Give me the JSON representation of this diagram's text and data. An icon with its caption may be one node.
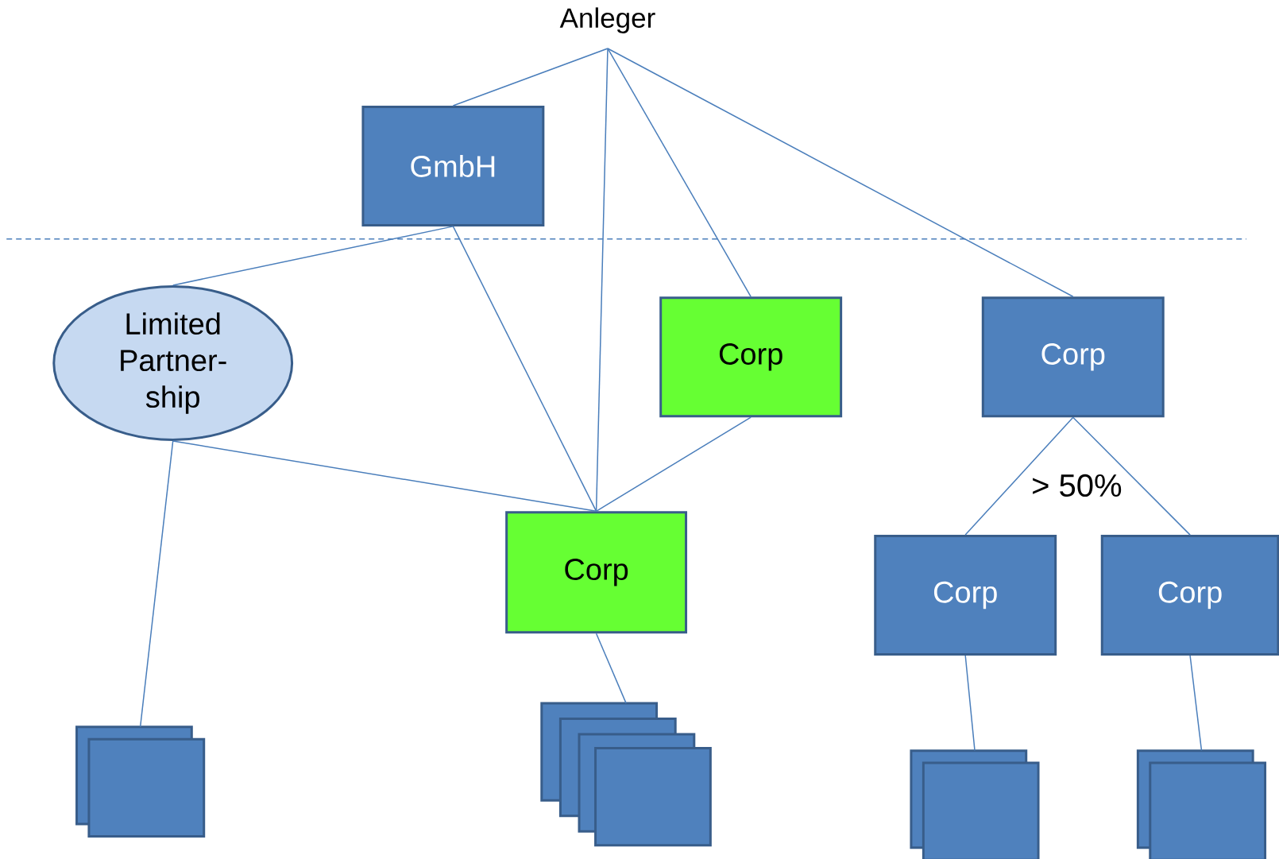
{
  "diagram": {
    "nodes": [
      {
        "text": [
          "Anleger"
        ]
      },
      {
        "text": [
          "GmbH"
        ]
      },
      {
        "text": [
          "Limited Partner-ship"
        ]
      },
      {
        "text": [
          "Corp"
        ]
      },
      {
        "text": [
          "Corp"
        ]
      },
      {
        "text": [
          "Corp"
        ]
      },
      {
        "text": [
          "Corp"
        ]
      },
      {
        "text": [
          "Corp"
        ]
      },
      {
        "text": [],
        "shape": "box"
      },
      {
        "text": [],
        "shape": "box"
      },
      {
        "text": [],
        "shape": "box"
      },
      {
        "text": [],
        "shape": "box"
      }
    ],
    "edges": [
      {
        "from": 0,
        "to": 1,
        "arrow": "none"
      },
      {
        "from": 0,
        "to": 5,
        "arrow": "none"
      },
      {
        "from": 0,
        "to": 3,
        "arrow": "none"
      },
      {
        "from": 0,
        "to": 4,
        "arrow": "none"
      },
      {
        "from": 1,
        "to": 2,
        "arrow": "none"
      },
      {
        "from": 1,
        "to": 5,
        "arrow": "none"
      },
      {
        "from": 2,
        "to": 5,
        "arrow": "none"
      },
      {
        "from": 3,
        "to": 5,
        "arrow": "none"
      },
      {
        "from": 4,
        "to": 6,
        "arrow": "none"
      },
      {
        "from": 4,
        "to": 7,
        "arrow": "none"
      },
      {
        "from": 2,
        "to": 8,
        "arrow": "none"
      },
      {
        "from": 5,
        "to": 9,
        "arrow": "none"
      },
      {
        "from": 6,
        "to": 10,
        "arrow": "none"
      },
      {
        "from": 7,
        "to": 11,
        "arrow": "none"
      }
    ],
    "labels": [
      "> 50%"
    ]
  }
}
